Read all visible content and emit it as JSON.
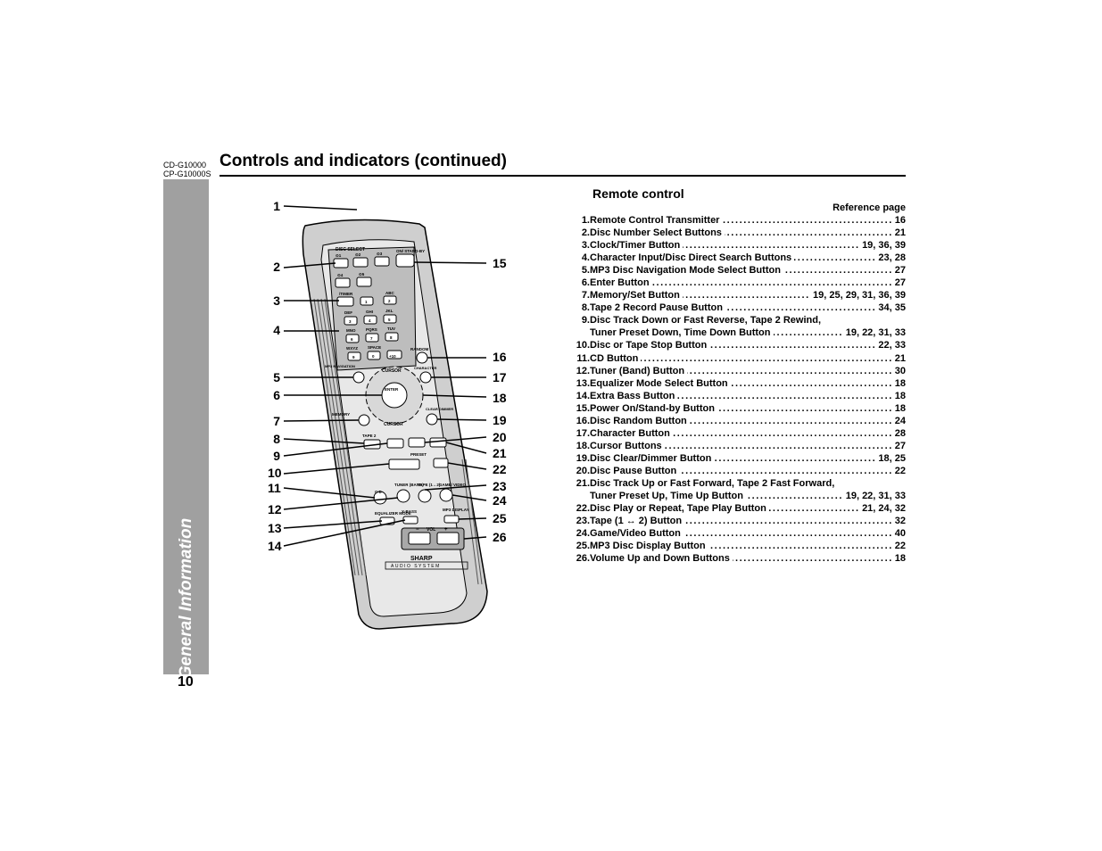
{
  "header": {
    "model_1": "CD-G10000",
    "model_2": "CP-G10000S",
    "title": "Controls and indicators (continued)"
  },
  "sidebar": {
    "label": "General Information"
  },
  "page_number": "10",
  "section": {
    "title": "Remote control",
    "reference_header": "Reference page"
  },
  "items": [
    {
      "num": "1.",
      "label": "Remote Control Transmitter",
      "pages": "16"
    },
    {
      "num": "2.",
      "label": "Disc Number Select Buttons",
      "pages": "21"
    },
    {
      "num": "3.",
      "label": "Clock/Timer Button",
      "pages": "19, 36, 39"
    },
    {
      "num": "4.",
      "label": "Character Input/Disc Direct Search Buttons",
      "pages": "23, 28"
    },
    {
      "num": "5.",
      "label": "MP3 Disc Navigation Mode Select Button",
      "pages": "27"
    },
    {
      "num": "6.",
      "label": "Enter Button",
      "pages": "27"
    },
    {
      "num": "7.",
      "label": "Memory/Set Button",
      "pages": "19, 25, 29, 31, 36, 39"
    },
    {
      "num": "8.",
      "label": "Tape 2 Record Pause Button",
      "pages": "34, 35"
    },
    {
      "num": "9.",
      "label": "Disc Track Down or Fast Reverse, Tape 2 Rewind,",
      "pages": ""
    },
    {
      "num": "",
      "label": "Tuner Preset Down, Time Down Button",
      "pages": "19, 22, 31, 33"
    },
    {
      "num": "10.",
      "label": "Disc or Tape Stop Button",
      "pages": "22, 33"
    },
    {
      "num": "11.",
      "label": "CD Button",
      "pages": "21"
    },
    {
      "num": "12.",
      "label": "Tuner (Band) Button",
      "pages": "30"
    },
    {
      "num": "13.",
      "label": "Equalizer Mode Select Button",
      "pages": "18"
    },
    {
      "num": "14.",
      "label": "Extra Bass Button",
      "pages": "18"
    },
    {
      "num": "15.",
      "label": "Power On/Stand-by Button",
      "pages": "18"
    },
    {
      "num": "16.",
      "label": "Disc Random Button",
      "pages": "24"
    },
    {
      "num": "17.",
      "label": "Character Button",
      "pages": "28"
    },
    {
      "num": "18.",
      "label": "Cursor Buttons",
      "pages": "27"
    },
    {
      "num": "19.",
      "label": "Disc Clear/Dimmer Button",
      "pages": "18, 25"
    },
    {
      "num": "20.",
      "label": "Disc Pause Button",
      "pages": "22"
    },
    {
      "num": "21.",
      "label": "Disc Track Up or Fast Forward, Tape 2 Fast Forward,",
      "pages": ""
    },
    {
      "num": "",
      "label": "Tuner Preset Up, Time Up Button",
      "pages": "19, 22, 31, 33"
    },
    {
      "num": "22.",
      "label": "Disc Play or Repeat, Tape Play Button",
      "pages": "21, 24, 32"
    },
    {
      "num": "23.",
      "label": "Tape (1 ↔ 2) Button",
      "pages": "32"
    },
    {
      "num": "24.",
      "label": "Game/Video Button",
      "pages": "40"
    },
    {
      "num": "25.",
      "label": "MP3 Disc Display Button",
      "pages": "22"
    },
    {
      "num": "26.",
      "label": "Volume Up and Down Buttons",
      "pages": "18"
    }
  ],
  "callouts_left": [
    "1",
    "2",
    "3",
    "4",
    "5",
    "6",
    "7",
    "8",
    "9",
    "10",
    "11",
    "12",
    "13",
    "14"
  ],
  "callouts_right": [
    "15",
    "16",
    "17",
    "18",
    "19",
    "20",
    "21",
    "22",
    "23",
    "24",
    "25",
    "26"
  ],
  "remote": {
    "disc_select": "DISC SELECT",
    "disc_buttons": [
      "⊙1",
      "⊙2",
      "⊙3",
      "⊙4",
      "⊙5"
    ],
    "on_standby": "ON/ STAND-BY",
    "timer": "/TIMER",
    "key_groups": [
      "ABC",
      "DEF",
      "GHI",
      "JKL",
      "MNO",
      "PQRS",
      "TUV",
      "WXYZ",
      "SPACE"
    ],
    "keys": [
      "1",
      "2",
      "3",
      "4",
      "5",
      "6",
      "7",
      "8",
      "9",
      "0",
      "+10"
    ],
    "random": "RANDOM",
    "mp3_navigation": "MP3 NAVIGATION",
    "character": "CHARACTER",
    "cursor": "CURSOR",
    "enter": "ENTER",
    "memory": "MEMORY",
    "clear_dimmer": "CLEAR DIMMER",
    "tape2": "TAPE 2",
    "preset": "PRESET",
    "cd": "C D",
    "tuner_band": "TUNER (BAND)",
    "tape": "TAPE (1↔2)",
    "game_video": "GAME/ VIDEO",
    "mp3_display": "MP3 DISPLAY",
    "equalizer_mode": "EQUALIZER MODE",
    "x_bass": "X-BASS",
    "vol": "VOL",
    "vol_minus": "−",
    "vol_plus": "+",
    "brand": "SHARP",
    "system": "AUDIO SYSTEM"
  }
}
